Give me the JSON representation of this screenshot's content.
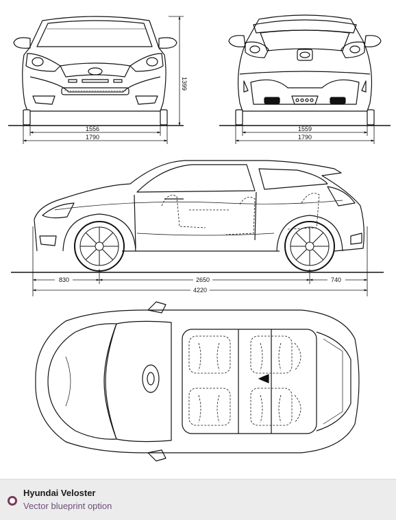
{
  "dimensions": {
    "front_track": "1556",
    "front_width": "1790",
    "height": "1399",
    "rear_track": "1559",
    "rear_width": "1790",
    "front_overhang": "830",
    "wheelbase": "2650",
    "rear_overhang": "740",
    "overall_length": "4220"
  },
  "caption": {
    "title": "Hyundai Veloster",
    "subtitle": "Vector blueprint option"
  },
  "colors": {
    "line": "#111111",
    "caption_background": "#ececec",
    "bullet": "#7b3a5a",
    "subtitle": "#6b4f78"
  }
}
